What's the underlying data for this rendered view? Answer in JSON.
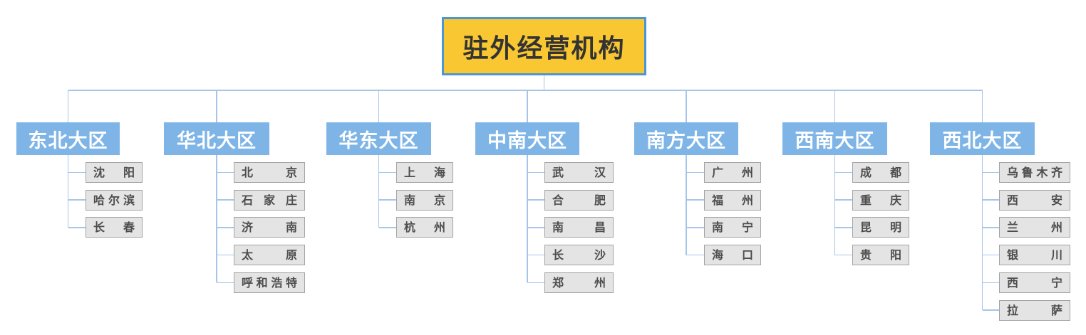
{
  "root": {
    "label": "驻外经营机构"
  },
  "regions": [
    {
      "label": "东北大区",
      "cities": [
        "沈阳",
        "哈尔滨",
        "长春"
      ]
    },
    {
      "label": "华北大区",
      "cities": [
        "北京",
        "石家庄",
        "济南",
        "太原",
        "呼和浩特"
      ]
    },
    {
      "label": "华东大区",
      "cities": [
        "上海",
        "南京",
        "杭州"
      ]
    },
    {
      "label": "中南大区",
      "cities": [
        "武汉",
        "合肥",
        "南昌",
        "长沙",
        "郑州"
      ]
    },
    {
      "label": "南方大区",
      "cities": [
        "广州",
        "福州",
        "南宁",
        "海口"
      ]
    },
    {
      "label": "西南大区",
      "cities": [
        "成都",
        "重庆",
        "昆明",
        "贵阳"
      ]
    },
    {
      "label": "西北大区",
      "cities": [
        "乌鲁木齐",
        "西安",
        "兰州",
        "银川",
        "西宁",
        "拉萨"
      ]
    }
  ],
  "colors": {
    "root_fill": "#f8c732",
    "root_border": "#4b96d3",
    "region_fill": "#7eb5e6",
    "city_fill": "#e4e4e4",
    "city_border": "#a3a3a3",
    "line": "#a7c5e8"
  }
}
